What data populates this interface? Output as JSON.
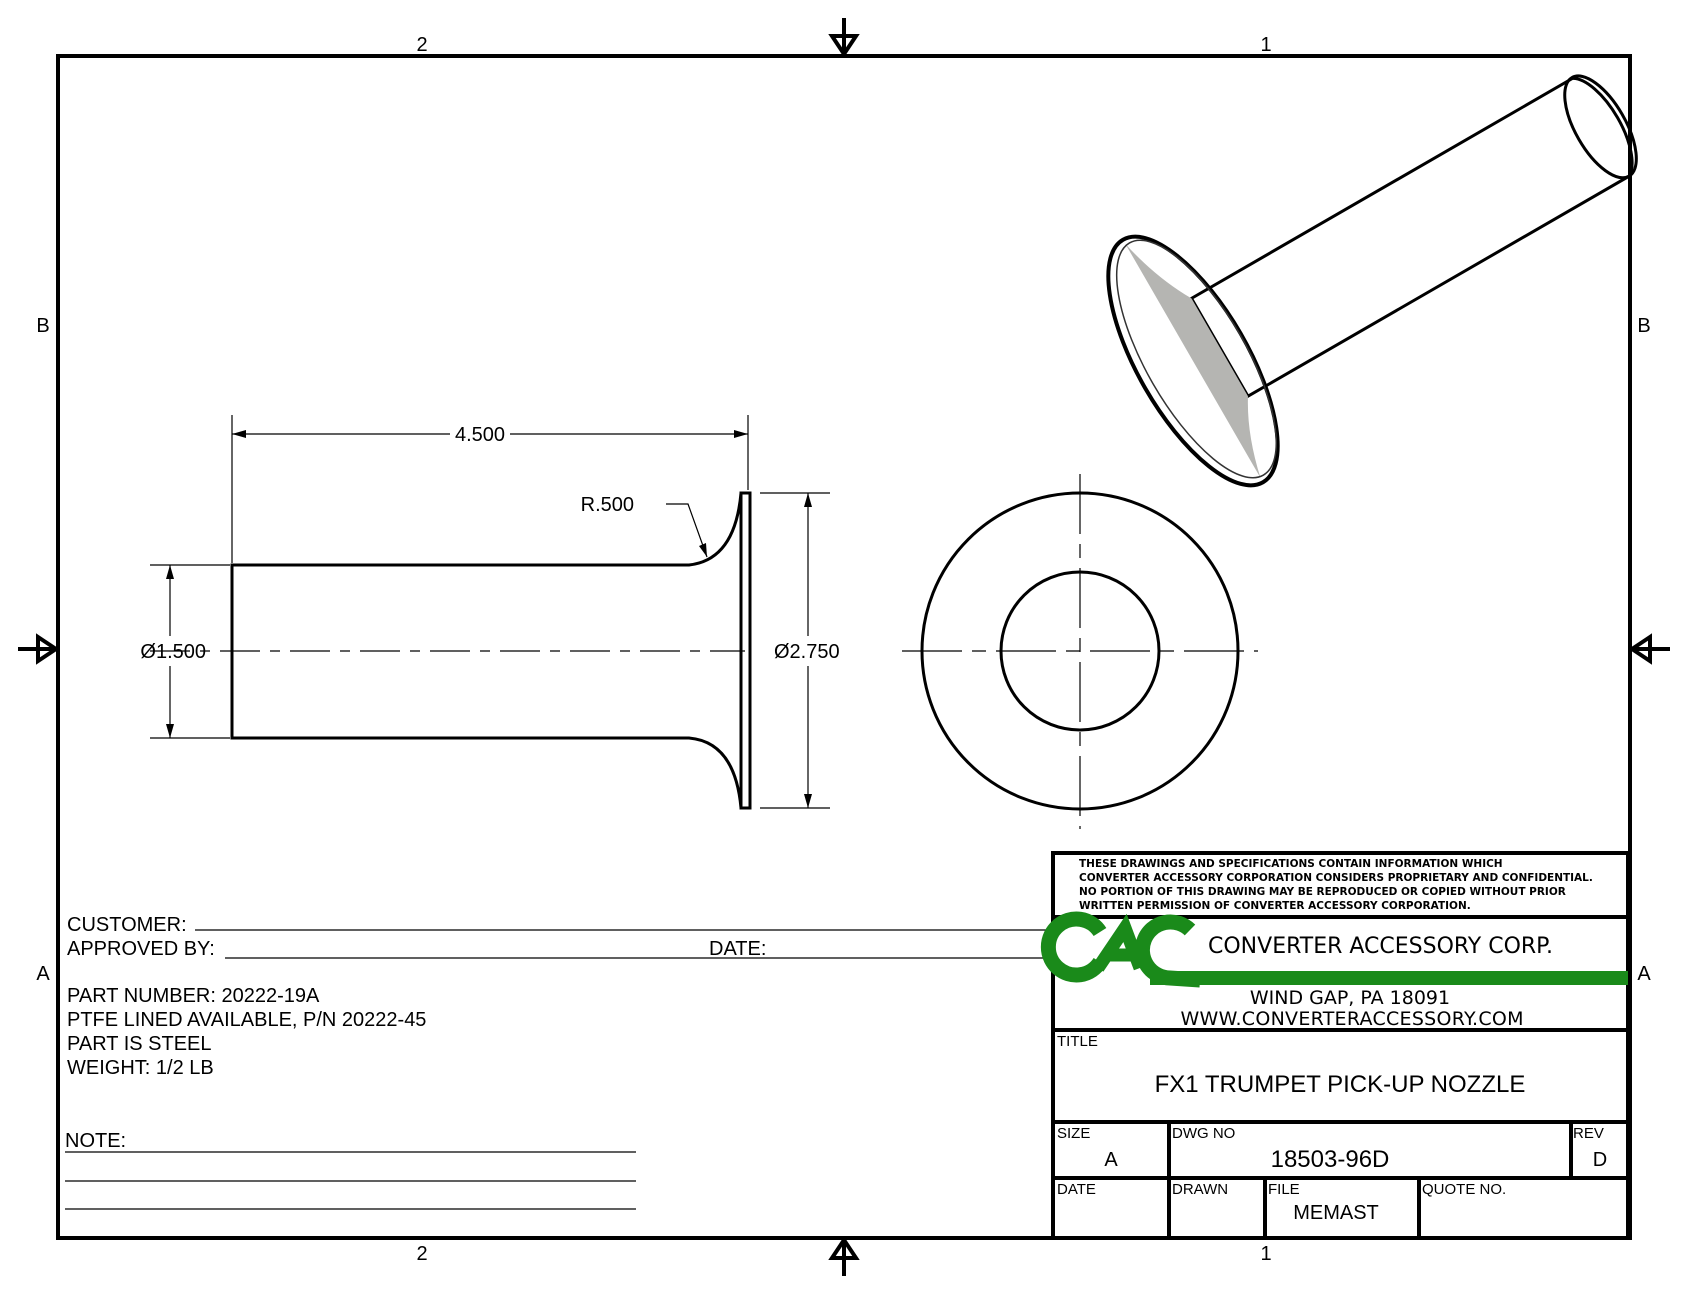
{
  "zones": {
    "top_left": "2",
    "top_right": "1",
    "bottom_left": "2",
    "bottom_right": "1",
    "left_upper": "B",
    "left_lower": "A",
    "right_upper": "B",
    "right_lower": "A"
  },
  "dims": {
    "length": "4.500",
    "radius": "R.500",
    "tube_dia": "Ø1.500",
    "flange_dia": "Ø2.750"
  },
  "form": {
    "customer": "CUSTOMER:",
    "approved_by": "APPROVED BY:",
    "date": "DATE:",
    "note": "NOTE:"
  },
  "notes": [
    "PART NUMBER: 20222-19A",
    "PTFE LINED AVAILABLE, P/N 20222-45",
    "PART IS STEEL",
    "WEIGHT:  1/2 LB"
  ],
  "title_block": {
    "disclaimer": [
      "THESE DRAWINGS AND SPECIFICATIONS CONTAIN INFORMATION WHICH",
      "CONVERTER ACCESSORY CORPORATION CONSIDERS PROPRIETARY AND CONFIDENTIAL.",
      "NO PORTION OF THIS DRAWING MAY BE REPRODUCED OR COPIED WITHOUT PRIOR",
      "WRITTEN PERMISSION OF CONVERTER ACCESSORY CORPORATION."
    ],
    "logo": "CAC",
    "company": "CONVERTER ACCESSORY CORP.",
    "address": "WIND GAP, PA 18091",
    "website": "WWW.CONVERTERACCESSORY.COM",
    "title_label": "TITLE",
    "title": "FX1 TRUMPET PICK-UP NOZZLE",
    "size_label": "SIZE",
    "size": "A",
    "dwg_label": "DWG NO",
    "dwg": "18503-96D",
    "rev_label": "REV",
    "rev": "D",
    "date_label": "DATE",
    "drawn_label": "DRAWN",
    "file_label": "FILE",
    "file": "MEMAST",
    "quote_label": "QUOTE NO."
  },
  "colors": {
    "brand_green": "#1a8a1a"
  }
}
